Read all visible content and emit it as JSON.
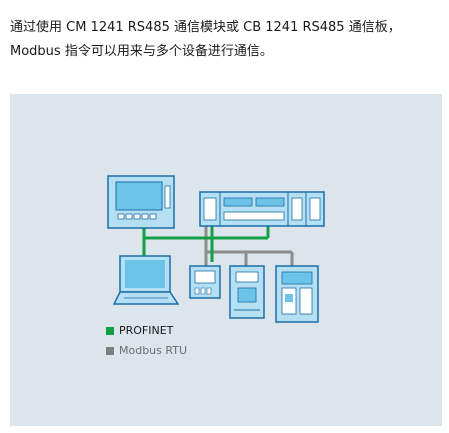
{
  "intro": {
    "line1": "通过使用 CM 1241 RS485 通信模块或 CB 1241 RS485 通信板，",
    "line2": "Modbus 指令可以用来与多个设备进行通信。"
  },
  "figure": {
    "legend": [
      {
        "label": "PROFINET",
        "color": "#12a046"
      },
      {
        "label": "Modbus RTU",
        "color": "#7f7f7f"
      }
    ],
    "colors": {
      "background": "#dde5ec",
      "device_fill": "#b5dff2",
      "device_stroke": "#1b6ea8",
      "screen": "#6cc4e8",
      "profinet_line": "#12a046",
      "modbus_line": "#8c8c8c"
    },
    "icons": [
      "hmi-panel-icon",
      "plc-controller-icon",
      "laptop-icon",
      "small-device-icon",
      "drive-device-icon",
      "circuit-breaker-icon"
    ]
  }
}
